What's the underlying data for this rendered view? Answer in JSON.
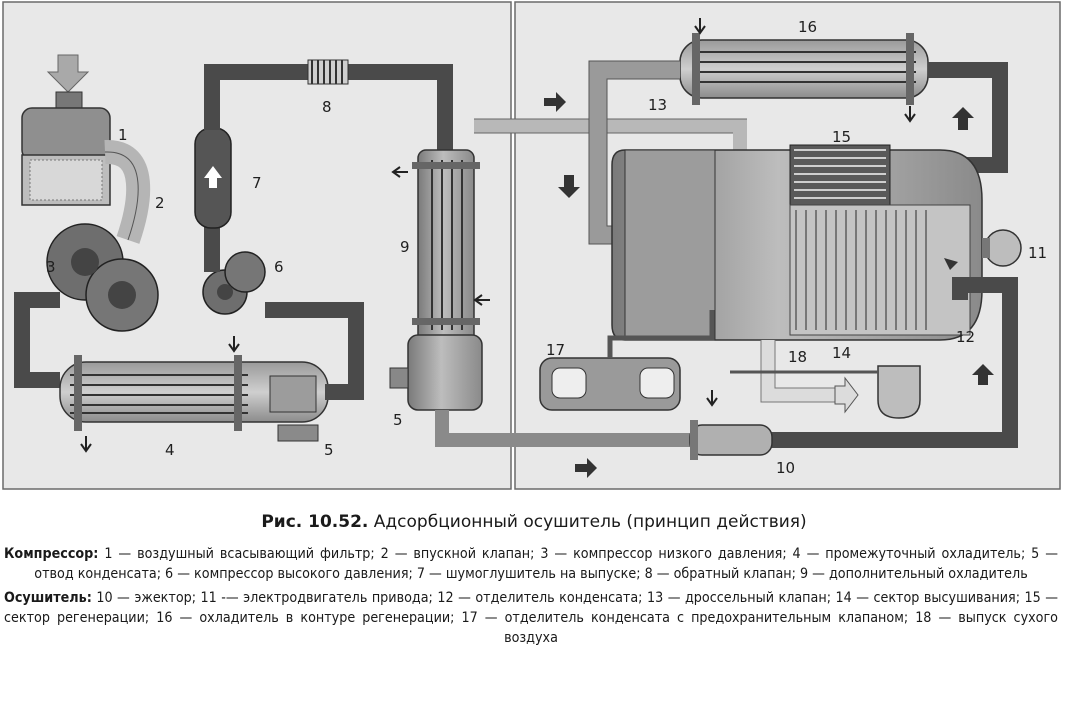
{
  "figure": {
    "labels": {
      "n1": "1",
      "n2": "2",
      "n3": "3",
      "n4": "4",
      "n5a": "5",
      "n5b": "5",
      "n6": "6",
      "n7": "7",
      "n8": "8",
      "n9": "9",
      "n10": "10",
      "n11": "11",
      "n12": "12",
      "n13": "13",
      "n14": "14",
      "n15": "15",
      "n16": "16",
      "n17": "17",
      "n18": "18"
    }
  },
  "caption": {
    "title_prefix": "Рис. 10.52.",
    "title_text": " Адсорбционный осушитель (принцип действия)",
    "compressor_head": "Компрессор:",
    "compressor_text": " 1 — воздушный всасывающий фильтр; 2 — впускной клапан; 3 — компрессор низкого давления; 4 — промежуточный охладитель; 5 — отвод конденсата; 6 — компрессор высокого давления; 7 — шумоглушитель на выпуске; 8 — обратный клапан; 9 — дополнительный охладитель",
    "dryer_head": "Осушитель:",
    "dryer_text": " 10 — эжектор; 11 -— электродвигатель привода; 12 — отделитель конденсата; 13 — дроссельный клапан; 14 — сектор высушивания; 15 — сектор регенерации; 16 — охладитель в контуре регенерации; 17 — отделитель конденсата с предохранительным клапаном; 18 — выпуск сухого воздуха"
  }
}
